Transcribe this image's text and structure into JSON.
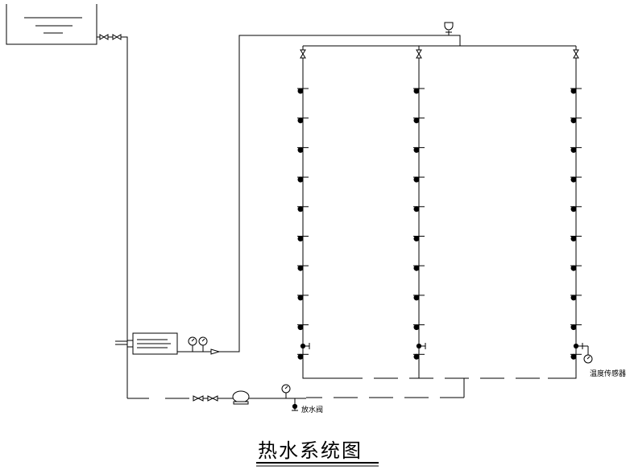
{
  "diagram": {
    "title": "热水系统图",
    "label_drain_valve": "放水阀",
    "label_temperature_sensor": "温度传感器"
  },
  "risers": {
    "count": 3,
    "outlets_per_riser": 10
  }
}
